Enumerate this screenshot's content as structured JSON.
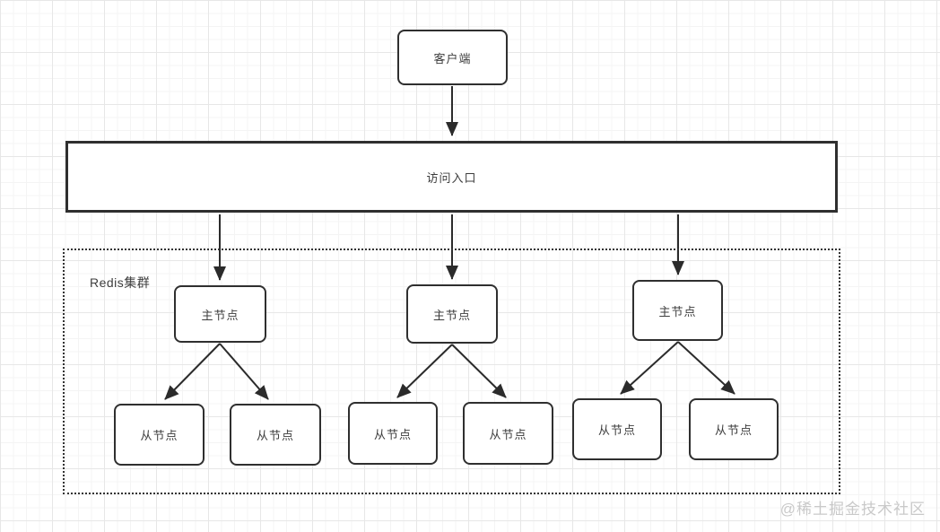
{
  "diagram": {
    "client": {
      "label": "客户端"
    },
    "entry": {
      "label": "访问入口"
    },
    "cluster": {
      "label": "Redis集群",
      "masters": [
        {
          "label": "主节点"
        },
        {
          "label": "主节点"
        },
        {
          "label": "主节点"
        }
      ],
      "slaves": [
        {
          "label": "从节点"
        },
        {
          "label": "从节点"
        },
        {
          "label": "从节点"
        },
        {
          "label": "从节点"
        },
        {
          "label": "从节点"
        },
        {
          "label": "从节点"
        }
      ]
    }
  },
  "watermark": {
    "label": "@稀土掘金技术社区"
  },
  "colors": {
    "node_border": "#2f2f2f",
    "arrow": "#2b2b2b",
    "text": "#3d3d3d",
    "cluster_border": "#333333",
    "watermark": "#c9c9c9",
    "grid_major": "#e7e7e7",
    "grid_minor": "#f4f4f4",
    "background": "#ffffff"
  }
}
